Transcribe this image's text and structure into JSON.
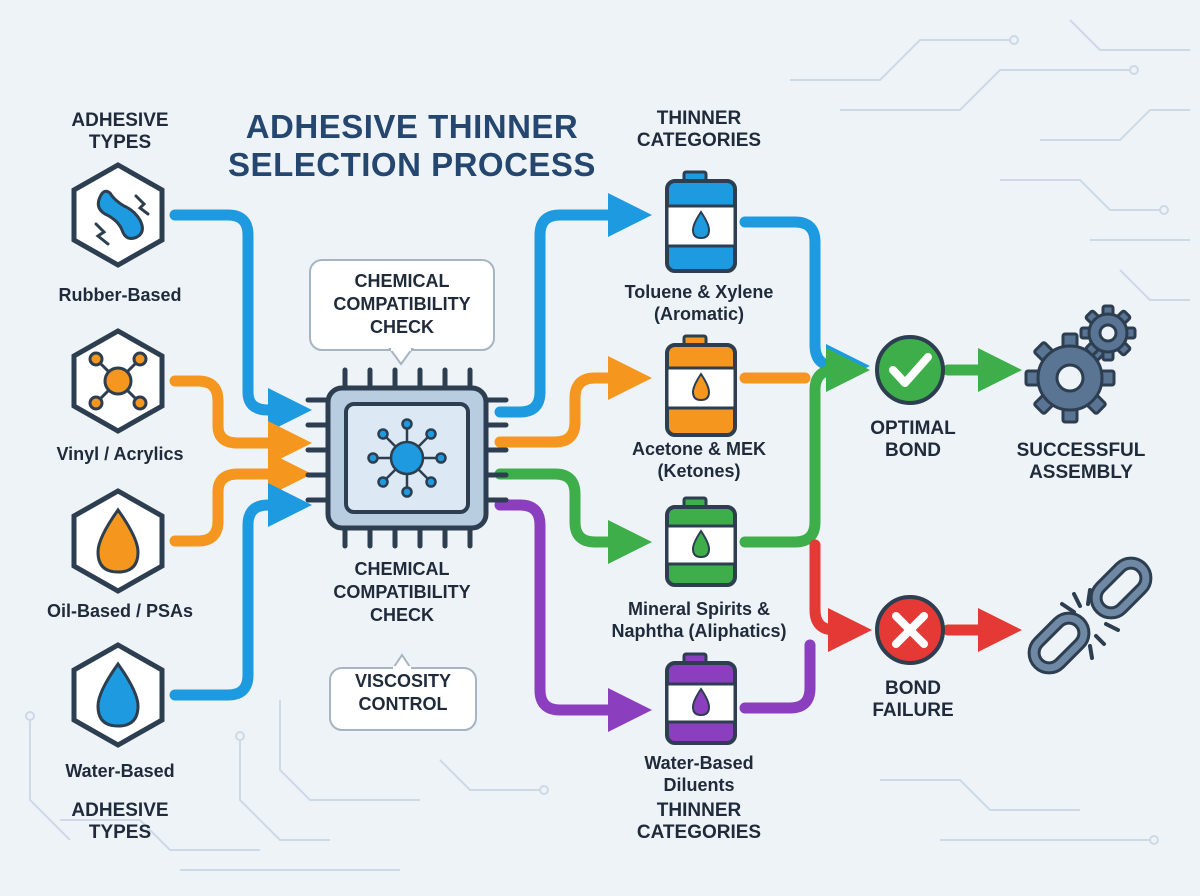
{
  "title": "ADHESIVE THINNER\nSELECTION PROCESS",
  "headers": {
    "adhesive_top": "ADHESIVE\nTYPES",
    "adhesive_bottom": "ADHESIVE\nTYPES",
    "thinner_top": "THINNER\nCATEGORIES",
    "thinner_bottom": "THINNER\nCATEGORIES"
  },
  "adhesives": [
    {
      "label": "Rubber-Based",
      "icon": "rubber-band-icon"
    },
    {
      "label": "Vinyl / Acrylics",
      "icon": "molecule-icon"
    },
    {
      "label": "Oil-Based / PSAs",
      "icon": "oil-drop-icon"
    },
    {
      "label": "Water-Based",
      "icon": "water-drop-icon"
    }
  ],
  "process": {
    "bubble_top": "CHEMICAL\nCOMPATIBILITY\nCHECK",
    "label_below": "CHEMICAL\nCOMPATIBILITY\nCHECK",
    "bubble_bottom": "VISCOSITY\nCONTROL",
    "icon": "processor-chip-icon"
  },
  "thinners": [
    {
      "label": "Toluene & Xylene\n(Aromatic)",
      "color": "#1e9be0",
      "icon": "solvent-can-icon"
    },
    {
      "label": "Acetone & MEK\n(Ketones)",
      "color": "#f5961e",
      "icon": "solvent-can-icon"
    },
    {
      "label": "Mineral Spirits &\nNaphtha (Aliphatics)",
      "color": "#3dae4a",
      "icon": "solvent-can-icon"
    },
    {
      "label": "Water-Based\nDiluents",
      "color": "#8b3fbf",
      "icon": "solvent-can-icon"
    }
  ],
  "outcomes": {
    "optimal": {
      "label": "OPTIMAL\nBOND",
      "color": "#3dae4a",
      "icon": "check-icon"
    },
    "failure": {
      "label": "BOND\nFAILURE",
      "color": "#e53935",
      "icon": "cross-icon"
    },
    "success": {
      "label": "SUCCESSFUL\nASSEMBLY",
      "icon": "gears-icon"
    },
    "broken_icon": "broken-chain-icon"
  },
  "colors": {
    "blue": "#1e9be0",
    "orange": "#f5961e",
    "green": "#3dae4a",
    "purple": "#8b3fbf",
    "red": "#e53935",
    "navy": "#24466f",
    "icon_outline": "#2c3e50"
  }
}
